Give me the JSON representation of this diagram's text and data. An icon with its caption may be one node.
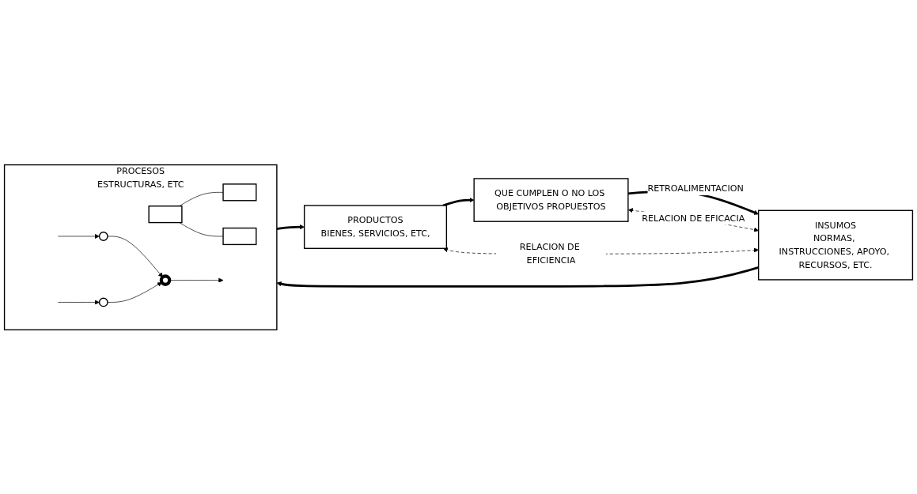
{
  "diagram": {
    "nodes": [
      {
        "text": [
          "INSUMOS",
          "NORMAS, INSTRUCCIONES, APOYO, RECURSOS, ETC."
        ]
      },
      {
        "text": [
          "PROCESOS",
          "ESTRUCTURAS, ETC"
        ]
      },
      {
        "text": [
          "PRODUCTOS",
          "BIENES, SERVICIOS, ETC,"
        ]
      },
      {
        "text": [
          "QUE CUMPLEN O NO LOS OBJETIVOS PROPUESTOS"
        ]
      },
      {
        "text": [],
        "shape": "box",
        "in": 1
      },
      {
        "text": [],
        "shape": "box",
        "in": 1
      },
      {
        "text": [],
        "shape": "box",
        "in": 1
      },
      {
        "text": [],
        "shape": "circle",
        "in": 1
      },
      {
        "text": [],
        "shape": "circle",
        "in": 1
      },
      {
        "text": [],
        "shape": "circle",
        "in": 1
      }
    ],
    "edges": [
      {
        "from": 0,
        "to": 1,
        "arrow": "to",
        "style": "thick"
      },
      {
        "from": 1,
        "to": 2,
        "arrow": "to",
        "style": "thick"
      },
      {
        "from": 2,
        "to": 3,
        "arrow": "to",
        "style": "thick"
      },
      {
        "from": 3,
        "to": 0,
        "arrow": "to",
        "style": "thick",
        "label": "RETROALIMENTACION"
      },
      {
        "from": 2,
        "to": 0,
        "arrow": "both",
        "style": "dashed",
        "label": "RELACION DE EFICIENCIA"
      },
      {
        "from": 3,
        "to": 0,
        "arrow": "both",
        "style": "dashed",
        "label": "RELACION DE EFICACIA"
      },
      {
        "from": 4,
        "to": 5,
        "arrow": "none"
      },
      {
        "from": 4,
        "to": 6,
        "arrow": "none"
      },
      {
        "from": null,
        "to": 7,
        "arrow": "to"
      },
      {
        "from": null,
        "to": 8,
        "arrow": "to"
      },
      {
        "from": 7,
        "to": 9,
        "arrow": "to"
      },
      {
        "from": 8,
        "to": 9,
        "arrow": "to"
      },
      {
        "from": 9,
        "to": null,
        "arrow": "to"
      }
    ]
  }
}
